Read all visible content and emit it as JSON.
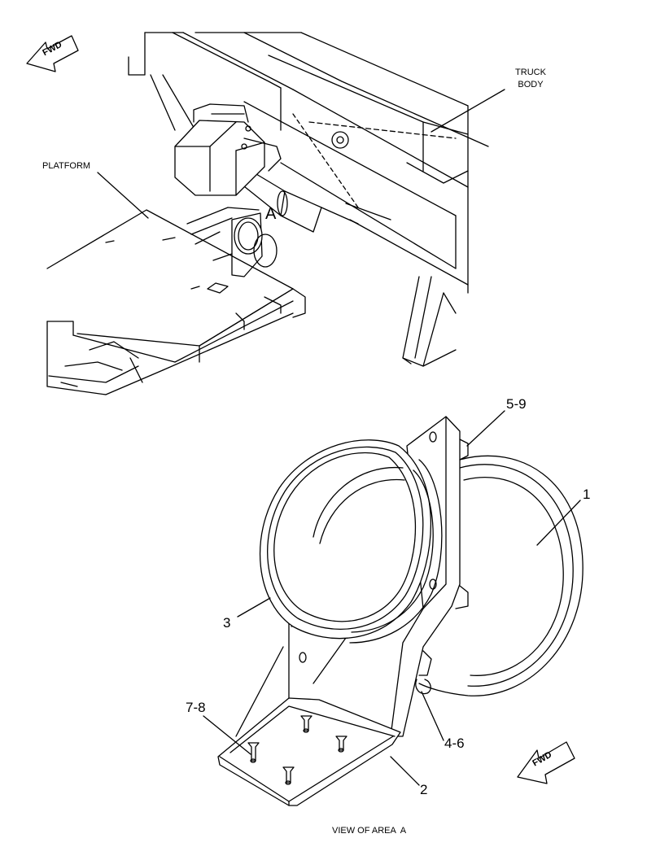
{
  "top_view": {
    "fwd_text": "FWD",
    "truck_body_line1": "TRUCK",
    "truck_body_line2": "BODY",
    "platform_label": "PLATFORM",
    "area_marker": "A"
  },
  "detail_view": {
    "fwd_text": "FWD",
    "callouts": {
      "c1": "1",
      "c2": "2",
      "c3": "3",
      "c4_6": "4-6",
      "c5_9": "5-9",
      "c7_8": "7-8"
    },
    "caption": "VIEW OF AREA  A"
  },
  "colors": {
    "ink": "#000000",
    "paper": "#ffffff"
  }
}
